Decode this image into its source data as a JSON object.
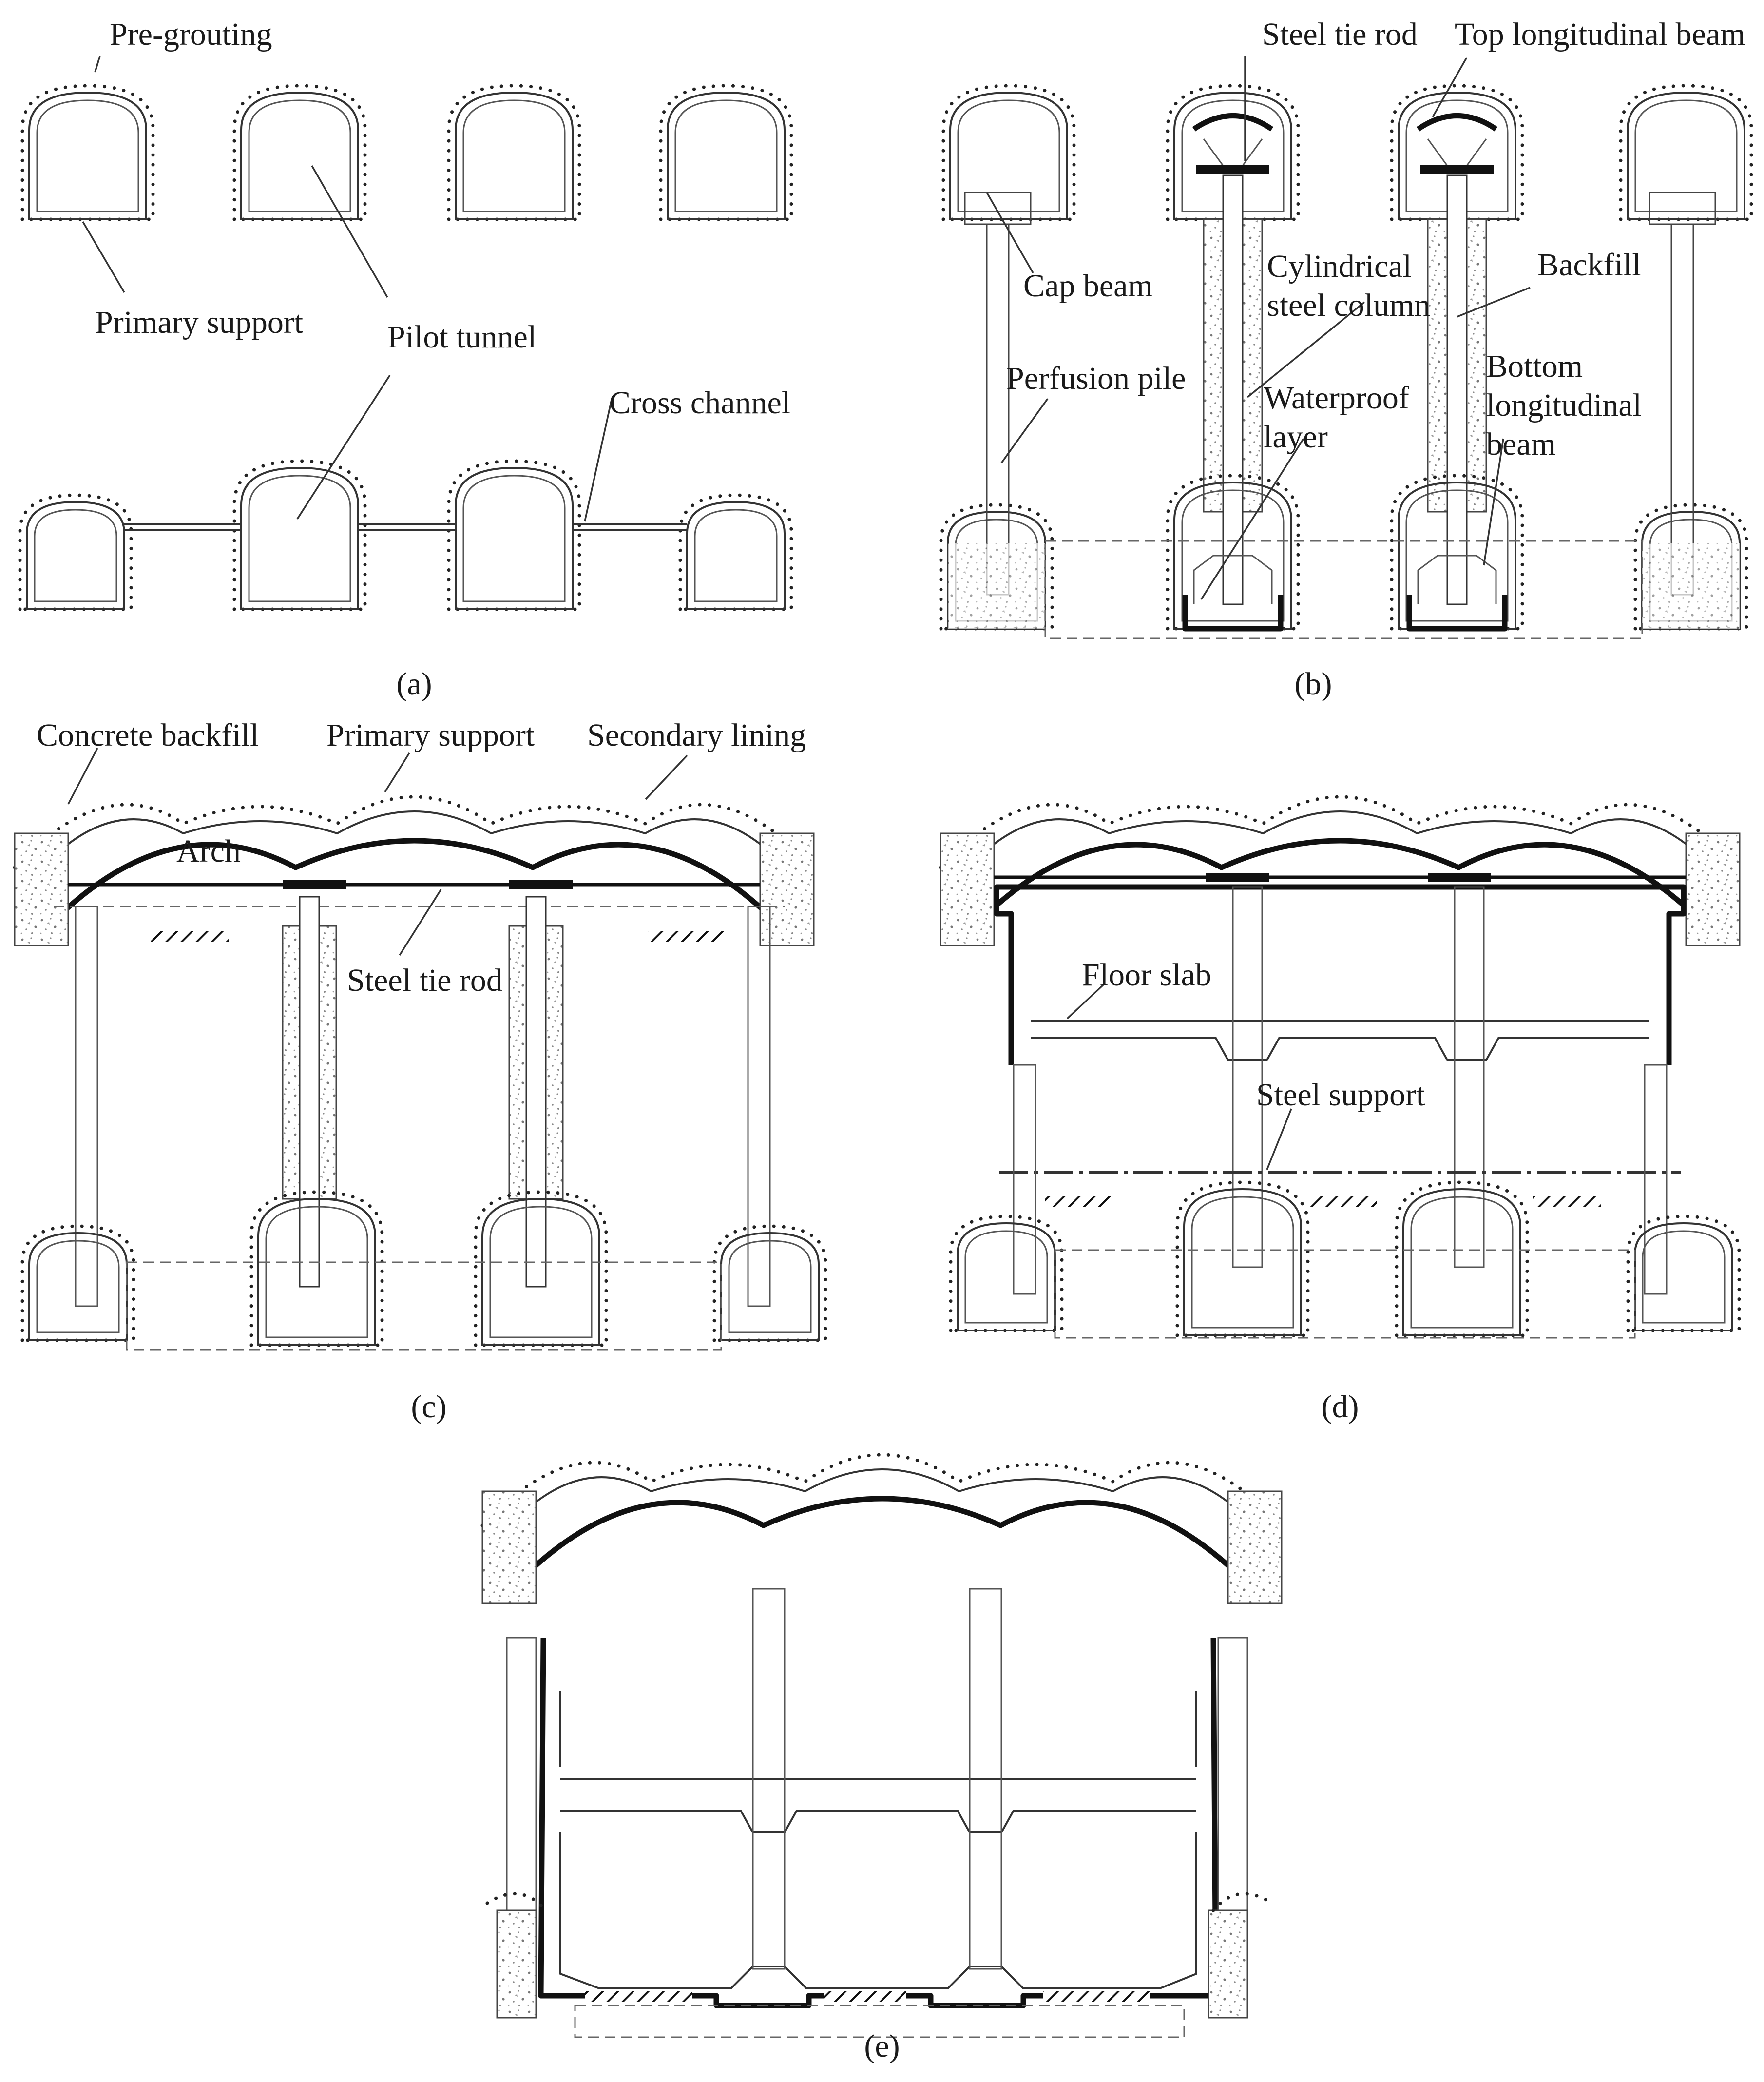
{
  "panels": {
    "a": {
      "caption": "(a)",
      "labels": {
        "pre_grouting": "Pre-grouting",
        "primary_support": "Primary support",
        "pilot_tunnel": "Pilot tunnel",
        "cross_channel": "Cross channel"
      }
    },
    "b": {
      "caption": "(b)",
      "labels": {
        "steel_tie_rod": "Steel tie rod",
        "top_longitudinal_beam": "Top longitudinal beam",
        "cap_beam": "Cap beam",
        "cylindrical_steel_column_1": "Cylindrical",
        "cylindrical_steel_column_2": "steel column",
        "backfill": "Backfill",
        "perfusion_pile": "Perfusion pile",
        "waterproof_layer_1": "Waterproof",
        "waterproof_layer_2": "layer",
        "bottom_longitudinal_beam_1": "Bottom",
        "bottom_longitudinal_beam_2": "longitudinal",
        "bottom_longitudinal_beam_3": "beam"
      }
    },
    "c": {
      "caption": "(c)",
      "labels": {
        "concrete_backfill": "Concrete backfill",
        "primary_support": "Primary support",
        "secondary_lining": "Secondary lining",
        "arch": "Arch",
        "steel_tie_rod": "Steel tie rod"
      }
    },
    "d": {
      "caption": "(d)",
      "labels": {
        "floor_slab": "Floor slab",
        "steel_support": "Steel support"
      }
    },
    "e": {
      "caption": "(e)",
      "labels": {}
    }
  }
}
